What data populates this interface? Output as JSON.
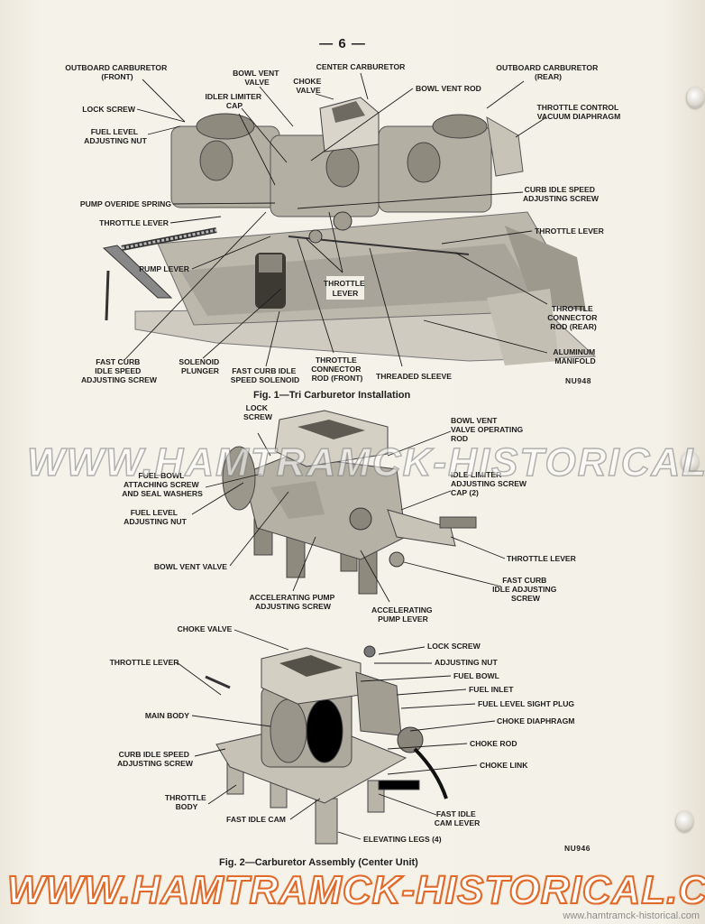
{
  "page": {
    "number": "— 6 —"
  },
  "figure1": {
    "caption": "Fig. 1—Tri Carburetor Installation",
    "ref": "NU948",
    "labels": {
      "outboard_front": [
        "OUTBOARD CARBURETOR",
        "(FRONT)"
      ],
      "bowl_vent_valve": [
        "BOWL VENT",
        "VALVE"
      ],
      "center_carb": [
        "CENTER CARBURETOR"
      ],
      "choke_valve": [
        "CHOKE",
        "VALVE"
      ],
      "outboard_rear": [
        "OUTBOARD CARBURETOR",
        "(REAR)"
      ],
      "idler_limiter": [
        "IDLER LIMITER",
        "CAP"
      ],
      "bowl_vent_rod": [
        "BOWL VENT ROD"
      ],
      "lock_screw": [
        "LOCK SCREW"
      ],
      "throttle_vacuum": [
        "THROTTLE CONTROL",
        "VACUUM DIAPHRAGM"
      ],
      "fuel_level_nut": [
        "FUEL LEVEL",
        "ADJUSTING NUT"
      ],
      "curb_idle": [
        "CURB IDLE SPEED",
        "ADJUSTING SCREW"
      ],
      "pump_overide": [
        "PUMP OVERIDE SPRING"
      ],
      "throttle_lever_left": [
        "THROTTLE LEVER"
      ],
      "throttle_lever_right": [
        "THROTTLE LEVER"
      ],
      "pump_lever": [
        "PUMP LEVER"
      ],
      "throttle_lever_center": [
        "THROTTLE",
        "LEVER"
      ],
      "throttle_connector_rear": [
        "THROTTLE",
        "CONNECTOR",
        "ROD (REAR)"
      ],
      "aluminum_manifold": [
        "ALUMINUM",
        "MANIFOLD"
      ],
      "fast_curb_screw": [
        "FAST CURB",
        "IDLE SPEED",
        "ADJUSTING SCREW"
      ],
      "solenoid_plunger": [
        "SOLENOID",
        "PLUNGER"
      ],
      "fast_curb_solenoid": [
        "FAST CURB IDLE",
        "SPEED SOLENOID"
      ],
      "throttle_connector_front": [
        "THROTTLE",
        "CONNECTOR",
        "ROD (FRONT)"
      ],
      "threaded_sleeve": [
        "THREADED SLEEVE"
      ]
    }
  },
  "figure_center": {
    "labels": {
      "lock_screw": [
        "LOCK",
        "SCREW"
      ],
      "bowl_vent_operating_rod": [
        "BOWL VENT",
        "VALVE OPERATING",
        "ROD"
      ],
      "fuel_bowl_screw": [
        "FUEL BOWL",
        "ATTACHING SCREW",
        "AND SEAL WASHERS"
      ],
      "idle_limiter": [
        "IDLE LIMITER",
        "ADJUSTING SCREW",
        "CAP (2)"
      ],
      "fuel_level_nut": [
        "FUEL LEVEL",
        "ADJUSTING NUT"
      ],
      "throttle_lever": [
        "THROTTLE LEVER"
      ],
      "bowl_vent_valve": [
        "BOWL VENT VALVE"
      ],
      "fast_curb_screw": [
        "FAST CURB",
        "IDLE ADJUSTING",
        "SCREW"
      ],
      "accel_pump_screw": [
        "ACCELERATING PUMP",
        "ADJUSTING SCREW"
      ],
      "accel_pump_lever": [
        "ACCELERATING",
        "PUMP LEVER"
      ]
    }
  },
  "figure2": {
    "caption": "Fig. 2—Carburetor Assembly (Center Unit)",
    "ref": "NU946",
    "labels": {
      "choke_valve": [
        "CHOKE VALVE"
      ],
      "lock_screw": [
        "LOCK SCREW"
      ],
      "throttle_lever": [
        "THROTTLE LEVER"
      ],
      "adjusting_nut": [
        "ADJUSTING NUT"
      ],
      "fuel_bowl": [
        "FUEL BOWL"
      ],
      "fuel_inlet": [
        "FUEL INLET"
      ],
      "main_body": [
        "MAIN BODY"
      ],
      "sight_plug": [
        "FUEL LEVEL SIGHT PLUG"
      ],
      "choke_diaphragm": [
        "CHOKE DIAPHRAGM"
      ],
      "choke_rod": [
        "CHOKE ROD"
      ],
      "curb_idle": [
        "CURB IDLE SPEED",
        "ADJUSTING SCREW"
      ],
      "choke_link": [
        "CHOKE LINK"
      ],
      "throttle_body": [
        "THROTTLE",
        "BODY"
      ],
      "fast_idle_cam": [
        "FAST IDLE CAM"
      ],
      "fast_idle_cam_lever": [
        "FAST IDLE",
        "CAM LEVER"
      ],
      "elevating_legs": [
        "ELEVATING LEGS (4)"
      ]
    }
  },
  "watermarks": {
    "middle": "WWW.HAMTRAMCK-HISTORICAL.COM",
    "bottom": "WWW.HAMTRAMCK-HISTORICAL.COM",
    "small": "www.hamtramck-historical.com"
  }
}
